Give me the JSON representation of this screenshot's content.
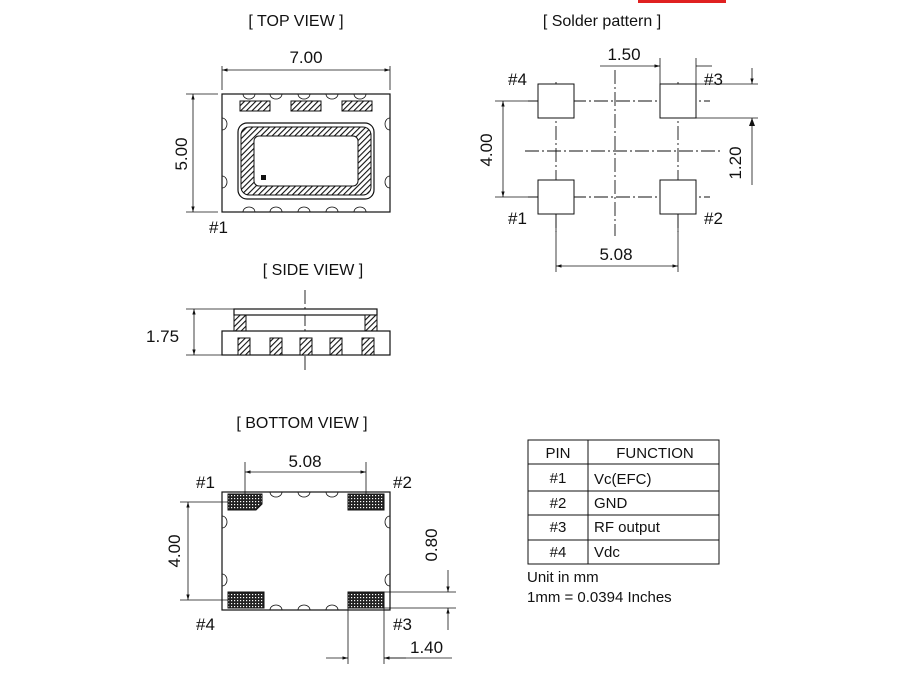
{
  "views": {
    "top_title": "[ TOP  VIEW ]",
    "solder_title": "[ Solder pattern ]",
    "side_title": "[ SIDE  VIEW ]",
    "bottom_title": "[ BOTTOM  VIEW ]"
  },
  "top_view": {
    "width_dim": "7.00",
    "height_dim": "5.00",
    "pin1_label": "#1"
  },
  "solder_pattern": {
    "pitch_x_dim": "1.50",
    "span_y_dim": "4.00",
    "pad_dim": "1.20",
    "span_x_dim": "5.08",
    "pins": [
      "#4",
      "#3",
      "#1",
      "#2"
    ]
  },
  "side_view": {
    "height_dim": "1.75"
  },
  "bottom_view": {
    "span_x_dim": "5.08",
    "span_y_dim": "4.00",
    "pad_h_dim": "0.80",
    "pad_w_dim": "1.40",
    "pins": [
      "#1",
      "#2",
      "#4",
      "#3"
    ]
  },
  "pin_table": {
    "headers": [
      "PIN",
      "FUNCTION"
    ],
    "rows": [
      [
        "#1",
        "Vc(EFC)"
      ],
      [
        "#2",
        "GND"
      ],
      [
        "#3",
        "RF output"
      ],
      [
        "#4",
        "Vdc"
      ]
    ]
  },
  "notes": {
    "unit": "Unit in mm",
    "conversion": "1mm = 0.0394 Inches"
  },
  "colors": {
    "ink": "#111111",
    "accent_bar": "#e02020"
  }
}
